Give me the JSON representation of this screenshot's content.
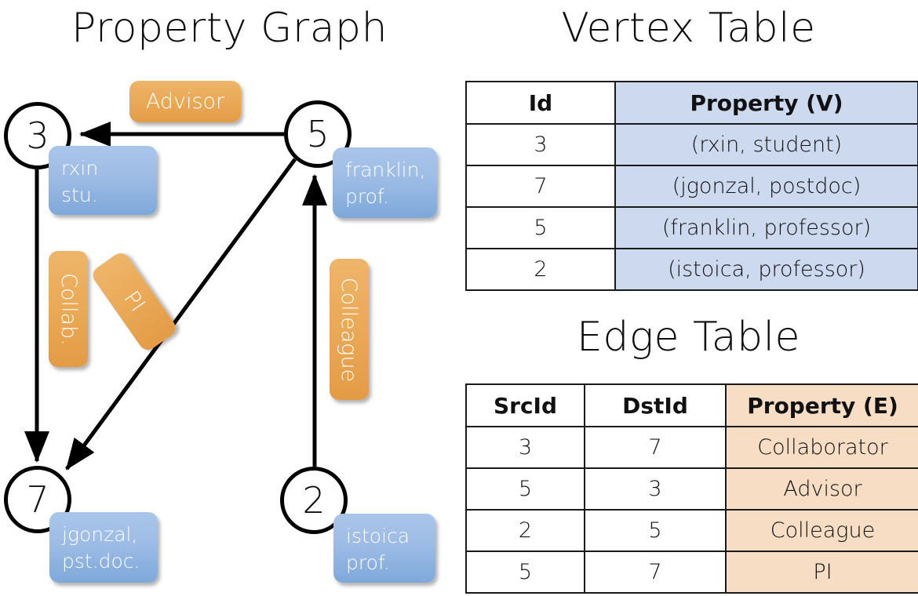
{
  "titles": {
    "graph": "Property Graph",
    "vertex_table": "Vertex Table",
    "edge_table": "Edge Table"
  },
  "graph": {
    "nodes": [
      {
        "id": "3",
        "property_label": "rxin\nstu."
      },
      {
        "id": "5",
        "property_label": "franklin,\nprof."
      },
      {
        "id": "7",
        "property_label": "jgonzal,\npst.doc."
      },
      {
        "id": "2",
        "property_label": "istoica\nprof."
      }
    ],
    "node_3_id": "3",
    "node_5_id": "5",
    "node_7_id": "7",
    "node_2_id": "2",
    "prop_rxin_line1": "rxin",
    "prop_rxin_line2": "stu.",
    "prop_franklin_line1": "franklin,",
    "prop_franklin_line2": "prof.",
    "prop_jgonzal_line1": "jgonzal,",
    "prop_jgonzal_line2": "pst.doc.",
    "prop_istoica_line1": "istoica",
    "prop_istoica_line2": "prof.",
    "edge_labels": {
      "advisor": "Advisor",
      "collab": "Collab.",
      "pi": "PI",
      "colleague": "Colleague"
    },
    "edges": [
      {
        "from": "5",
        "to": "3",
        "label": "Advisor"
      },
      {
        "from": "3",
        "to": "7",
        "label": "Collab."
      },
      {
        "from": "5",
        "to": "7",
        "label": "PI"
      },
      {
        "from": "2",
        "to": "5",
        "label": "Colleague"
      }
    ]
  },
  "vertex_table": {
    "headers": [
      "Id",
      "Property (V)"
    ],
    "rows": [
      {
        "id": "3",
        "property": "(rxin, student)"
      },
      {
        "id": "7",
        "property": "(jgonzal, postdoc)"
      },
      {
        "id": "5",
        "property": "(franklin, professor)"
      },
      {
        "id": "2",
        "property": "(istoica, professor)"
      }
    ]
  },
  "edge_table": {
    "headers": [
      "SrcId",
      "DstId",
      "Property (E)"
    ],
    "rows": [
      {
        "src": "3",
        "dst": "7",
        "property": "Collaborator"
      },
      {
        "src": "5",
        "dst": "3",
        "property": "Advisor"
      },
      {
        "src": "2",
        "dst": "5",
        "property": "Colleague"
      },
      {
        "src": "5",
        "dst": "7",
        "property": "PI"
      }
    ]
  },
  "colors": {
    "vertex_property_fill": "#ccd9ef",
    "edge_property_fill": "#f7ddc3",
    "node_property_box": "#9dbce5",
    "edge_label_box": "#e9a855",
    "stroke": "#000000",
    "background": "#ffffff"
  }
}
